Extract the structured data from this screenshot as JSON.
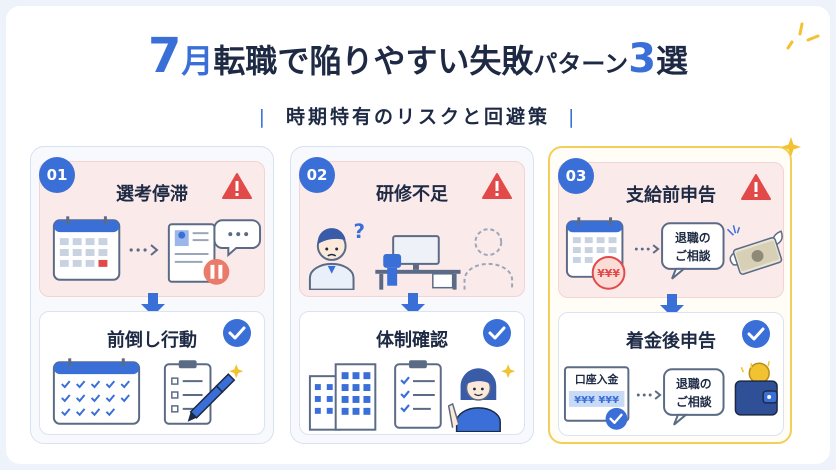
{
  "header": {
    "title_num": "7",
    "title_month": "月",
    "title_main": "転職で陥りやすい失敗",
    "title_small": "パターン",
    "title_count": "3",
    "title_suffix": "選",
    "subtitle": "時期特有のリスクと回避策",
    "subtitle_bar": "|"
  },
  "columns": [
    {
      "number": "01",
      "problem_title": "選考停滞",
      "solution_title": "前倒し行動"
    },
    {
      "number": "02",
      "problem_title": "研修不足",
      "solution_title": "体制確認"
    },
    {
      "number": "03",
      "problem_title": "支給前申告",
      "solution_title": "着金後申告",
      "problem_bubble_line1": "退職の",
      "problem_bubble_line2": "ご相談",
      "problem_coin_text": "¥¥¥",
      "deposit_label": "口座入金",
      "deposit_amount": "¥¥¥ ¥¥¥",
      "solution_bubble_line1": "退職の",
      "solution_bubble_line2": "ご相談"
    }
  ],
  "colors": {
    "accent": "#3a6fd8",
    "warning": "#e24a4a",
    "gold_border": "#f2cf5a",
    "text": "#1e2a44"
  },
  "icons": {
    "problem": "warning-triangle-icon",
    "solution": "check-circle-icon",
    "transition": "down-arrow-icon"
  }
}
